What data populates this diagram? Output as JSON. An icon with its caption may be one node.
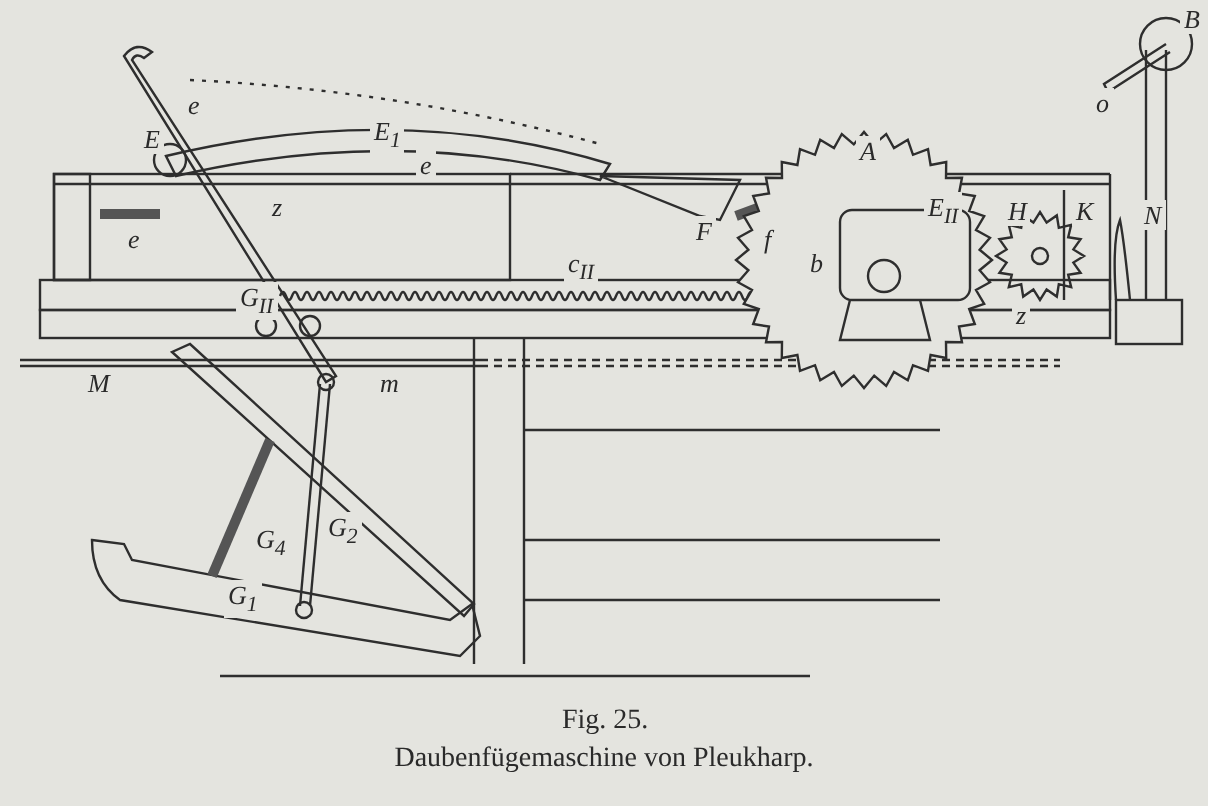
{
  "diagram": {
    "caption": "Daubenfügemaschine von Pleukharp.",
    "labels": [
      "B",
      "o",
      "e",
      "E",
      "E$_{1}$",
      "A",
      "e",
      "z",
      "H",
      "K",
      "N",
      "E$_{II}$",
      "F",
      "e",
      "f",
      "b",
      "c$_{II}$",
      "G$_{II}$",
      "z",
      "M",
      "m",
      "G$_{2}$",
      "G$_{4}$",
      "G$_{1}$",
      "Fig. 25."
    ]
  }
}
